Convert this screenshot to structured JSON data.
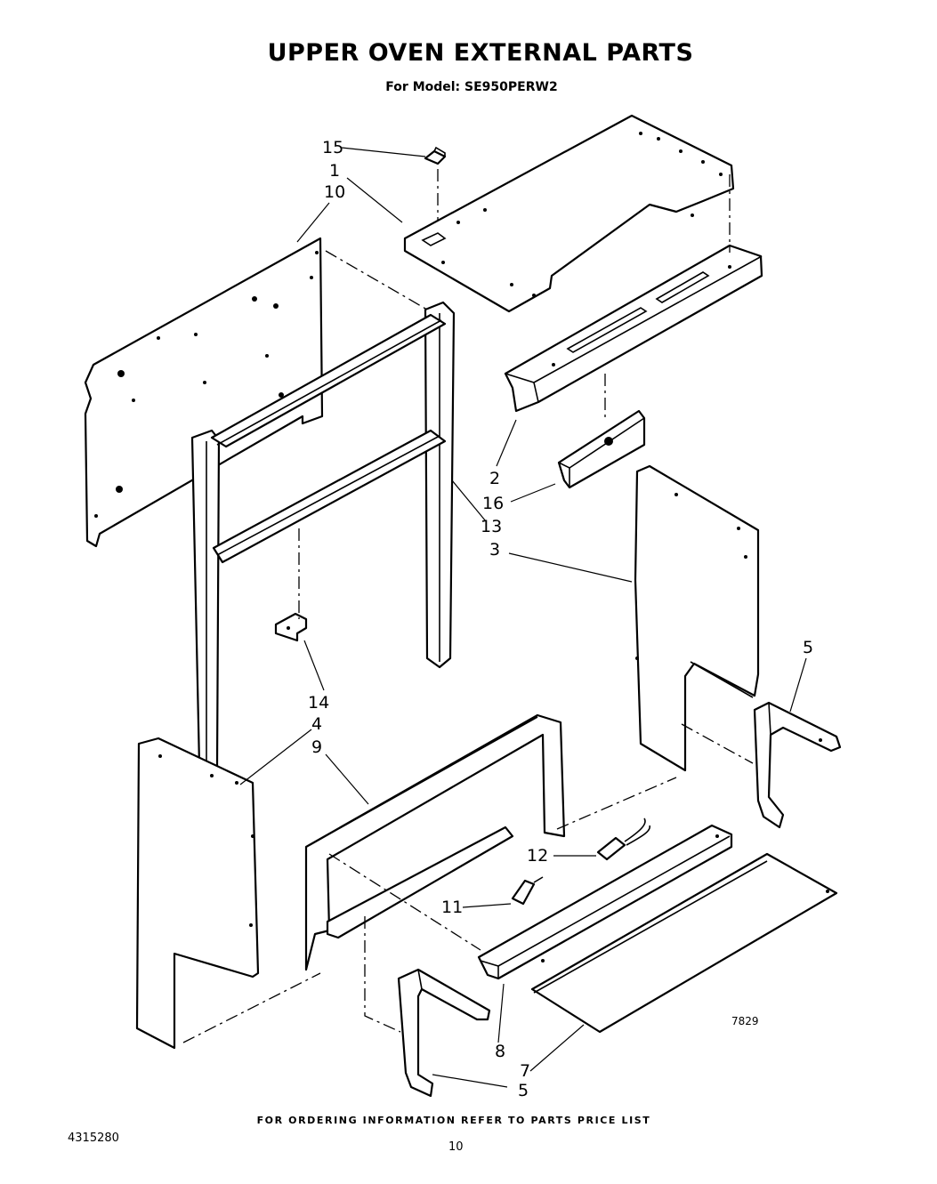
{
  "header": {
    "title": "UPPER OVEN EXTERNAL PARTS",
    "model_line": "For Model: SE950PERW2"
  },
  "diagram": {
    "figure_code": "7829",
    "callouts": [
      {
        "id": "c15",
        "label": "15"
      },
      {
        "id": "c1",
        "label": "1"
      },
      {
        "id": "c10",
        "label": "10"
      },
      {
        "id": "c2",
        "label": "2"
      },
      {
        "id": "c16",
        "label": "16"
      },
      {
        "id": "c13",
        "label": "13"
      },
      {
        "id": "c3",
        "label": "3"
      },
      {
        "id": "c5a",
        "label": "5"
      },
      {
        "id": "c14",
        "label": "14"
      },
      {
        "id": "c4",
        "label": "4"
      },
      {
        "id": "c9",
        "label": "9"
      },
      {
        "id": "c12",
        "label": "12"
      },
      {
        "id": "c11",
        "label": "11"
      },
      {
        "id": "c8",
        "label": "8"
      },
      {
        "id": "c7",
        "label": "7"
      },
      {
        "id": "c5b",
        "label": "5"
      }
    ]
  },
  "footer": {
    "ordering_note": "FOR ORDERING INFORMATION REFER TO PARTS PRICE LIST",
    "doc_number": "4315280",
    "page_number": "10"
  }
}
